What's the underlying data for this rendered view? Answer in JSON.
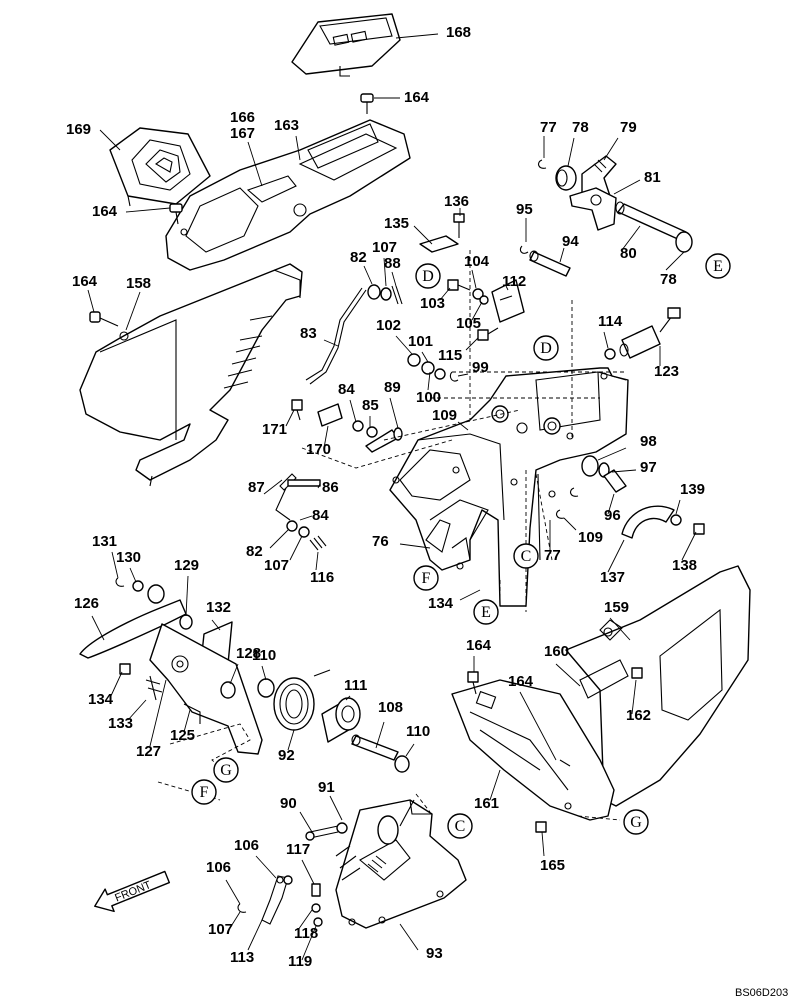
{
  "diagram": {
    "doc_code": "BS06D203",
    "front_label": "FRONT",
    "part_labels": [
      "168",
      "164",
      "169",
      "166",
      "167",
      "163",
      "164",
      "77",
      "78",
      "79",
      "81",
      "80",
      "78",
      "136",
      "135",
      "95",
      "94",
      "164",
      "158",
      "82",
      "107",
      "88",
      "104",
      "103",
      "105",
      "112",
      "83",
      "102",
      "101",
      "99",
      "115",
      "114",
      "123",
      "100",
      "84",
      "85",
      "89",
      "109",
      "171",
      "170",
      "98",
      "97",
      "87",
      "86",
      "84",
      "96",
      "139",
      "138",
      "137",
      "82",
      "107",
      "116",
      "76",
      "77",
      "109",
      "134",
      "131",
      "130",
      "129",
      "126",
      "132",
      "110",
      "128",
      "134",
      "133",
      "125",
      "127",
      "111",
      "92",
      "108",
      "110",
      "159",
      "164",
      "160",
      "162",
      "164",
      "161",
      "165",
      "90",
      "91",
      "106",
      "117",
      "106",
      "107",
      "118",
      "113",
      "119",
      "93"
    ],
    "circle_refs": [
      "D",
      "E",
      "D",
      "C",
      "F",
      "E",
      "F",
      "G",
      "F",
      "G",
      "C",
      "G"
    ]
  }
}
